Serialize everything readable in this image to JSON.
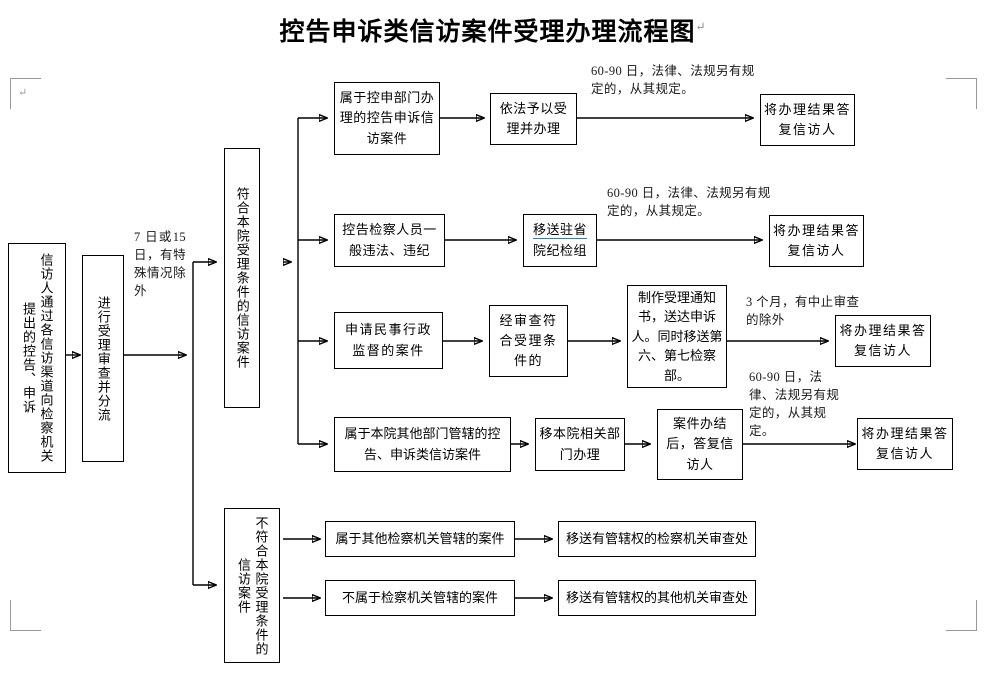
{
  "document": {
    "title": "控告申诉类信访案件受理办理流程图",
    "pilcrow": "↵"
  },
  "nodes": {
    "intake": "信访人通过各信访渠道向检察机关提出的控告、申诉",
    "review": "进行受理审查并分流",
    "eligible": "符合本院受理条件的信访案件",
    "ineligible": "不符合本院受理条件的信访案件",
    "r1_a": "属于控申部门办理的控告申诉信访案件",
    "r1_b": "依法予以受理并办理",
    "r1_c": "将办理结果答复信访人",
    "r2_a": "控告检察人员一般违法、违纪",
    "r2_b_link": "移送驻省",
    "r2_b_rest": "院纪检组",
    "r2_c": "将办理结果答复信访人",
    "r3_a": "申请民事行政监督的案件",
    "r3_b": "经审查符合受理条件的",
    "r3_c": "制作受理通知书，送达申诉人。同时移送第六、第七检察部。",
    "r3_d": "将办理结果答复信访人",
    "r4_a": "属于本院其他部门管辖的控告、申诉类信访案件",
    "r4_b": "移本院相关部门办理",
    "r4_c": "案件办结后，答复信访人",
    "r4_d": "将办理结果答复信访人",
    "r5_a": "属于其他检察机关管辖的案件",
    "r5_b": "移送有管辖权的检察机关审查处",
    "r6_a": "不属于检察机关管辖的案件",
    "r6_b": "移送有管辖权的其他机关审查处"
  },
  "notes": {
    "deadline_intake": "7 日或15 日，有特殊情况除外",
    "deadline_r1": "60-90 日，法律、法规另有规定的，从其规定。",
    "deadline_r2": "60-90 日，法律、法规另有规定的，从其规定。",
    "deadline_r3": "3 个月，有中止审查的除外",
    "deadline_r4": "60-90 日，法律、法规另有规定的，从其规定。"
  },
  "colors": {
    "stroke": "#000000",
    "link_underline": "#2f7fb5",
    "mark": "#9a9a9a",
    "background": "#ffffff"
  }
}
